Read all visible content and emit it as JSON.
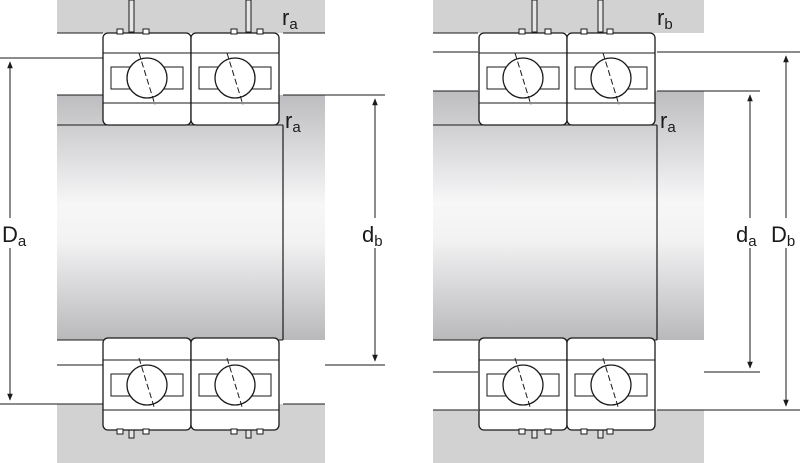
{
  "labels": {
    "left_corner_top": "r",
    "left_corner_top_sub": "a",
    "left_corner_mid": "r",
    "left_corner_mid_sub": "a",
    "left_outer_dim": "D",
    "left_outer_dim_sub": "a",
    "left_inner_dim": "d",
    "left_inner_dim_sub": "b",
    "right_corner_top": "r",
    "right_corner_top_sub": "b",
    "right_corner_mid": "r",
    "right_corner_mid_sub": "a",
    "right_inner_dim": "d",
    "right_inner_dim_sub": "a",
    "right_outer_dim": "D",
    "right_outer_dim_sub": "b"
  },
  "colors": {
    "housing": "#d2d2d2",
    "shaft_dark": "#c4c4c6",
    "shaft_light": "#f7f7f8",
    "line": "#1a1a1a",
    "bearing_fill": "#ffffff"
  }
}
